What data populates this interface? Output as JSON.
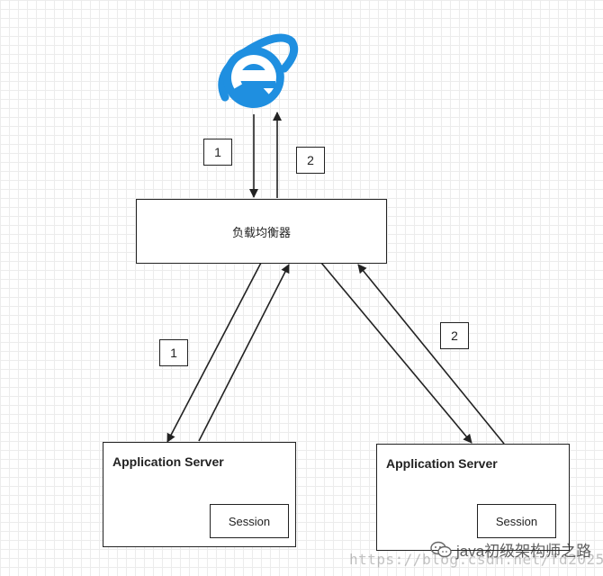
{
  "diagram": {
    "browser_icon": "internet-explorer-icon",
    "load_balancer": {
      "label": "负载均衡器"
    },
    "steps": [
      {
        "label": "1"
      },
      {
        "label": "2"
      },
      {
        "label": "1"
      },
      {
        "label": "2"
      }
    ],
    "servers": [
      {
        "title": "Application Server",
        "session_label": "Session"
      },
      {
        "title": "Application Server",
        "session_label": "Session"
      }
    ],
    "watermark": {
      "url": "https://blog.csdn.net/fd2025",
      "brand": "java初级架构师之路",
      "brand_icon": "wechat-icon"
    },
    "colors": {
      "ie_blue": "#1f8fe0",
      "stroke": "#222222"
    }
  }
}
